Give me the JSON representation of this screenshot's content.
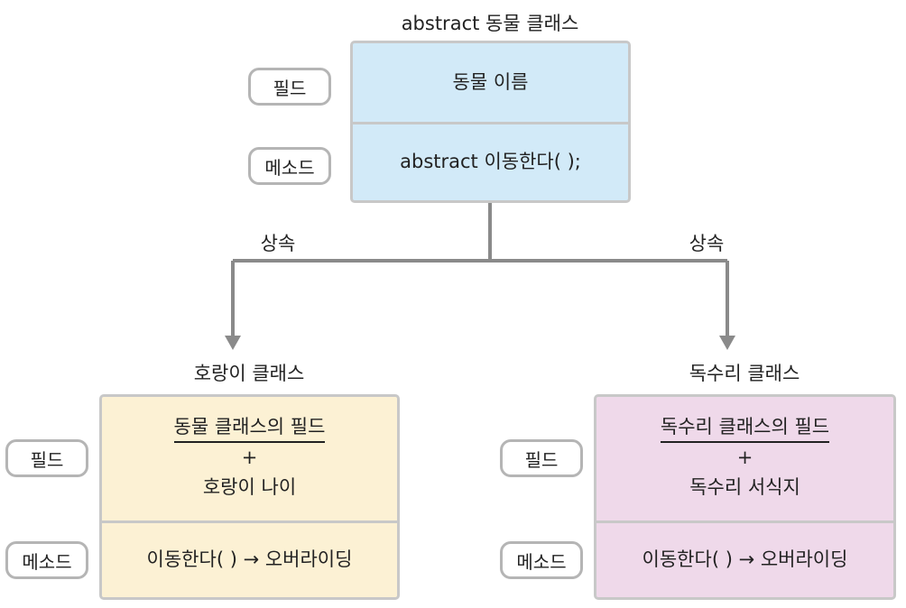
{
  "parent": {
    "title": "abstract 동물 클래스",
    "field": "동물 이름",
    "method": "abstract 이동한다( );"
  },
  "tags": {
    "field": "필드",
    "method": "메소드"
  },
  "inherit_label": "상속",
  "left_child": {
    "title": "호랑이 클래스",
    "inherited": "동물 클래스의 필드",
    "plus": "+",
    "own_field": "호랑이 나이",
    "method": "이동한다( ) → 오버라이딩"
  },
  "right_child": {
    "title": "독수리 클래스",
    "inherited": "독수리 클래스의 필드",
    "plus": "+",
    "own_field": "독수리 서식지",
    "method": "이동한다( ) → 오버라이딩"
  },
  "colors": {
    "parent_fill": "#d2eaf8",
    "left_fill": "#fcf1d4",
    "right_fill": "#efd9ea",
    "connector": "#8a8a8a"
  }
}
